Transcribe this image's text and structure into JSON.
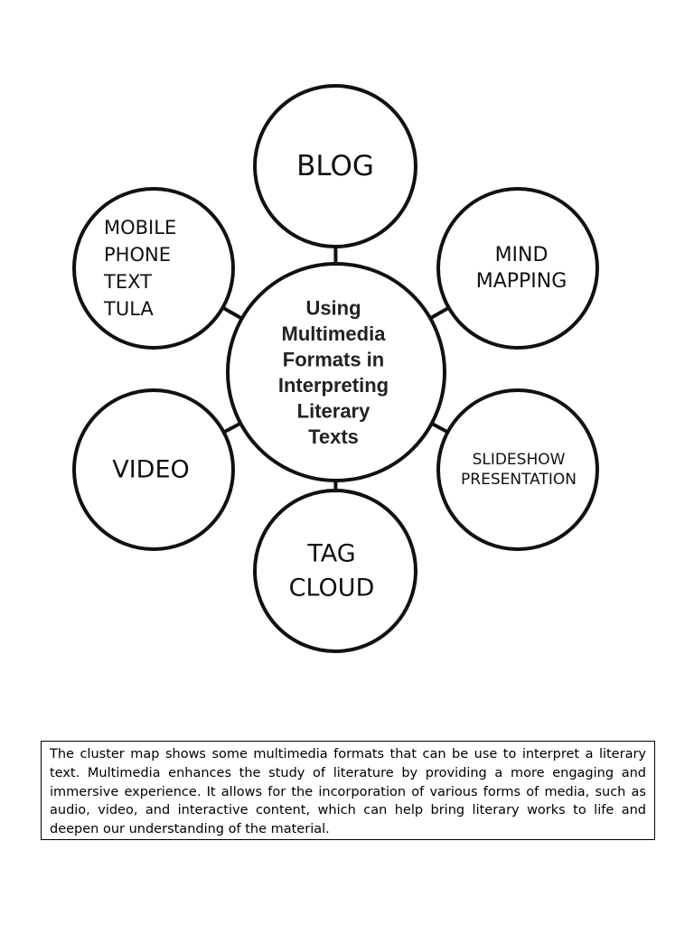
{
  "diagram": {
    "center": {
      "lines": [
        "Using",
        "Multimedia",
        "Formats in",
        "Interpreting",
        "Literary",
        "Texts"
      ]
    },
    "nodes": [
      {
        "id": "blog",
        "lines": [
          "BLOG"
        ]
      },
      {
        "id": "mind-mapping",
        "lines": [
          "MIND",
          "MAPPING"
        ]
      },
      {
        "id": "slideshow-presentation",
        "lines": [
          "SLIDESHOW",
          "PRESENTATION"
        ]
      },
      {
        "id": "tag-cloud",
        "lines": [
          "TAG",
          "CLOUD"
        ]
      },
      {
        "id": "video",
        "lines": [
          "VIDEO"
        ]
      },
      {
        "id": "mobile-phone-text-tula",
        "lines": [
          "MOBILE",
          "PHONE",
          "TEXT",
          "TULA"
        ]
      }
    ]
  },
  "caption": {
    "text": "The cluster map shows some multimedia formats that can be use to interpret a literary text. Multimedia enhances the study of literature by providing a more engaging and immersive experience. It allows for the incorporation of various forms of media, such as audio, video, and interactive content, which can help bring literary works to life and deepen our understanding of the material."
  }
}
